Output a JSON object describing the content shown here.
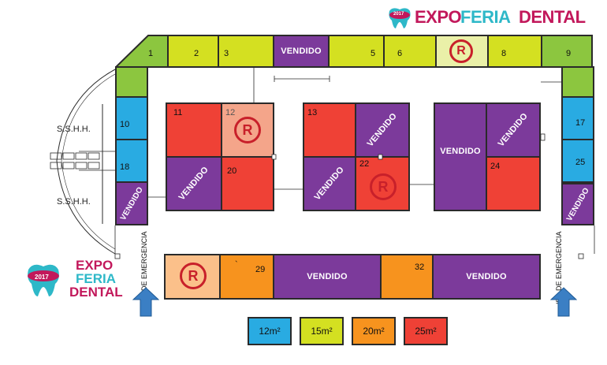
{
  "header": {
    "logo_text_expo": "EXPO",
    "logo_text_feria": "FERIA",
    "logo_text_dental": "DENTAL",
    "logo_year": "2017"
  },
  "side_logo": {
    "line1": "EXPO",
    "line2": "FERIA",
    "line3": "DENTAL",
    "year": "2017"
  },
  "labels": {
    "sold": "VENDIDO",
    "reserved": "R",
    "restrooms": "S.S.H.H.",
    "exit_left": "IDA DE EMERGENCIA",
    "exit_right": "IDA DE EMERGENCIA"
  },
  "booths": {
    "b1": "1",
    "b2": "2",
    "b3": "3",
    "b5": "5",
    "b6": "6",
    "b8": "8",
    "b9": "9",
    "b10": "10",
    "b11": "11",
    "b12": "12",
    "b13": "13",
    "b17": "17",
    "b18": "18",
    "b20": "20",
    "b22": "22",
    "b24": "24",
    "b25": "25",
    "b29": "29",
    "b32": "32",
    "tick": "`"
  },
  "legend": [
    {
      "label": "12m²",
      "color": "#29abe2"
    },
    {
      "label": "15m²",
      "color": "#d4e021"
    },
    {
      "label": "20m²",
      "color": "#f7931e"
    },
    {
      "label": "25m²",
      "color": "#ef4136"
    }
  ],
  "colors": {
    "green": "#8cc63f",
    "yellow": "#d4e021",
    "blue": "#29abe2",
    "orange": "#f7931e",
    "red": "#ef4136",
    "purple": "#7c3a9b",
    "reserved_pink": "#f4a58a",
    "reserved_yellow": "#eaf0a8",
    "reserved_peach": "#fbc08a",
    "arrow": "#3b7fc4"
  }
}
